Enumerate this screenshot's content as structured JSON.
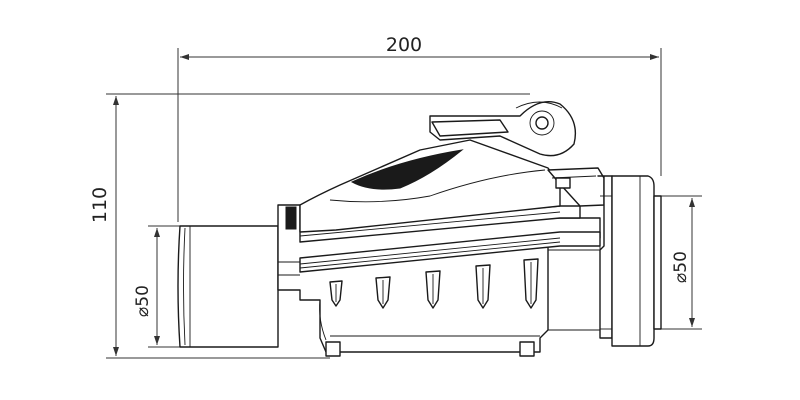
{
  "drawing": {
    "dimensions": {
      "overall_length": "200",
      "overall_height": "110",
      "left_diameter": "⌀50",
      "right_diameter": "⌀50"
    },
    "colors": {
      "ink": "#1a1a1a",
      "dimension": "#333333",
      "background": "#ffffff"
    }
  }
}
